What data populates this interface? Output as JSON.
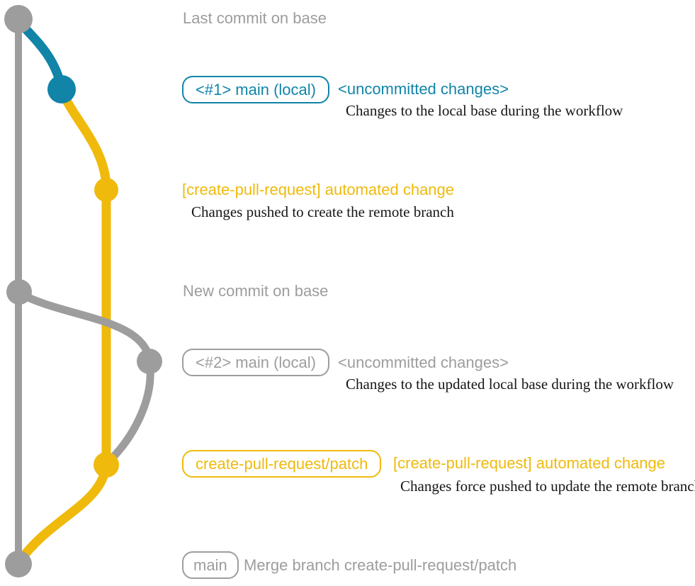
{
  "colors": {
    "gray": "#9d9d9d",
    "blue": "#1184a8",
    "yellow": "#efba0c",
    "ink": "#161616"
  },
  "graph": {
    "branch_colors": {
      "base": "#9d9d9d",
      "main_local": "#1184a8",
      "create_pull_request_patch": "#efba0c"
    }
  },
  "rows": {
    "last_commit": {
      "label": "Last commit on base"
    },
    "commit1": {
      "badge": "<#1> main (local)",
      "title": "<uncommitted changes>",
      "desc": "Changes to the local base during the workflow"
    },
    "commit2": {
      "title": "[create-pull-request] automated change",
      "desc": "Changes pushed to create the remote branch"
    },
    "new_commit": {
      "label": "New commit on base"
    },
    "commit3": {
      "badge": "<#2> main (local)",
      "title": "<uncommitted changes>",
      "desc": "Changes to the updated local base during the workflow"
    },
    "commit4": {
      "badge": "create-pull-request/patch",
      "title": "[create-pull-request] automated change",
      "desc": "Changes force pushed to update the remote branch"
    },
    "merge": {
      "badge": "main",
      "label": "Merge branch create-pull-request/patch"
    }
  }
}
